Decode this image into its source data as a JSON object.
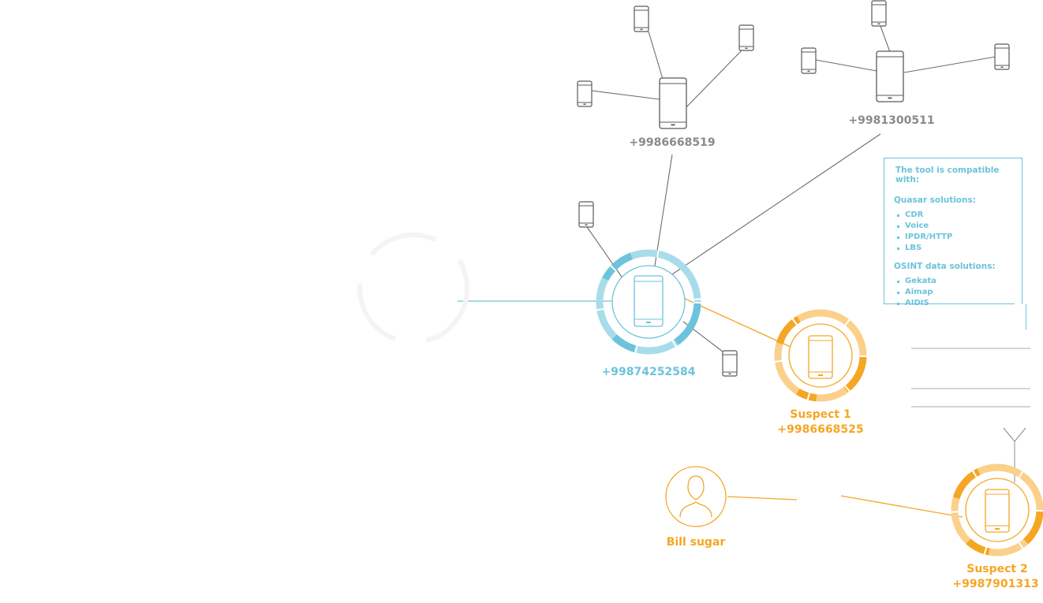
{
  "nodes": {
    "hub_left": {
      "number": "+9986668519"
    },
    "hub_right": {
      "number": "+9981300511"
    },
    "center": {
      "number": "+99874252584"
    },
    "suspect1": {
      "name": "Suspect 1",
      "number": "+9986668525"
    },
    "suspect2": {
      "name": "Suspect 2",
      "number": "+9987901313"
    },
    "person": {
      "name": "Bill sugar"
    }
  },
  "info_box": {
    "title": "The tool is compatible with:",
    "quasar_heading": "Quasar solutions:",
    "quasar_items": [
      "CDR",
      "Voice",
      "IPDR/HTTP",
      "LBS"
    ],
    "osint_heading": "OSINT data solutions:",
    "osint_items": [
      "Gekata",
      "Aimap",
      "AIDIS"
    ]
  },
  "icons": [
    "phone-icon",
    "tablet-icon",
    "person-icon",
    "antenna-icon"
  ],
  "colors": {
    "gray": "#6e6e6e",
    "blue": "#6cc3db",
    "orange": "#f5a623"
  }
}
